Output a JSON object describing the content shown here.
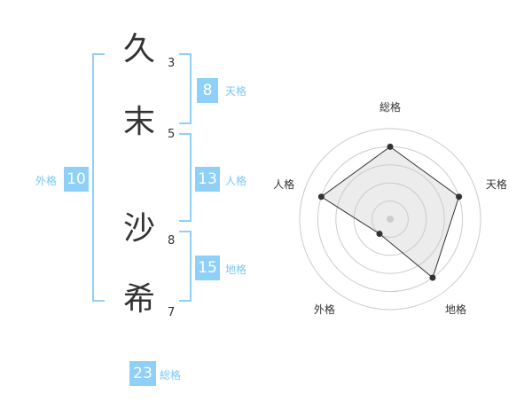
{
  "name": {
    "characters": [
      {
        "char": "久",
        "strokes": "3"
      },
      {
        "char": "末",
        "strokes": "5"
      },
      {
        "char": "沙",
        "strokes": "8"
      },
      {
        "char": "希",
        "strokes": "7"
      }
    ]
  },
  "fortunes": {
    "tenkaku": {
      "value": "8",
      "label": "天格"
    },
    "jinkaku": {
      "value": "13",
      "label": "人格"
    },
    "chikaku": {
      "value": "15",
      "label": "地格"
    },
    "gaikaku": {
      "value": "10",
      "label": "外格"
    },
    "soukaku": {
      "value": "23",
      "label": "総格"
    }
  },
  "chart_data": {
    "type": "radar",
    "axes": [
      "総格",
      "天格",
      "地格",
      "外格",
      "人格"
    ],
    "values": [
      4,
      4,
      4,
      1,
      4
    ],
    "max": 5,
    "rings": 5
  },
  "colors": {
    "accent": "#8fd0f8",
    "accent_text": "#7cc7f2",
    "polygon_fill": "#f0f0f0",
    "ring": "#cccccc",
    "line": "#333333"
  }
}
